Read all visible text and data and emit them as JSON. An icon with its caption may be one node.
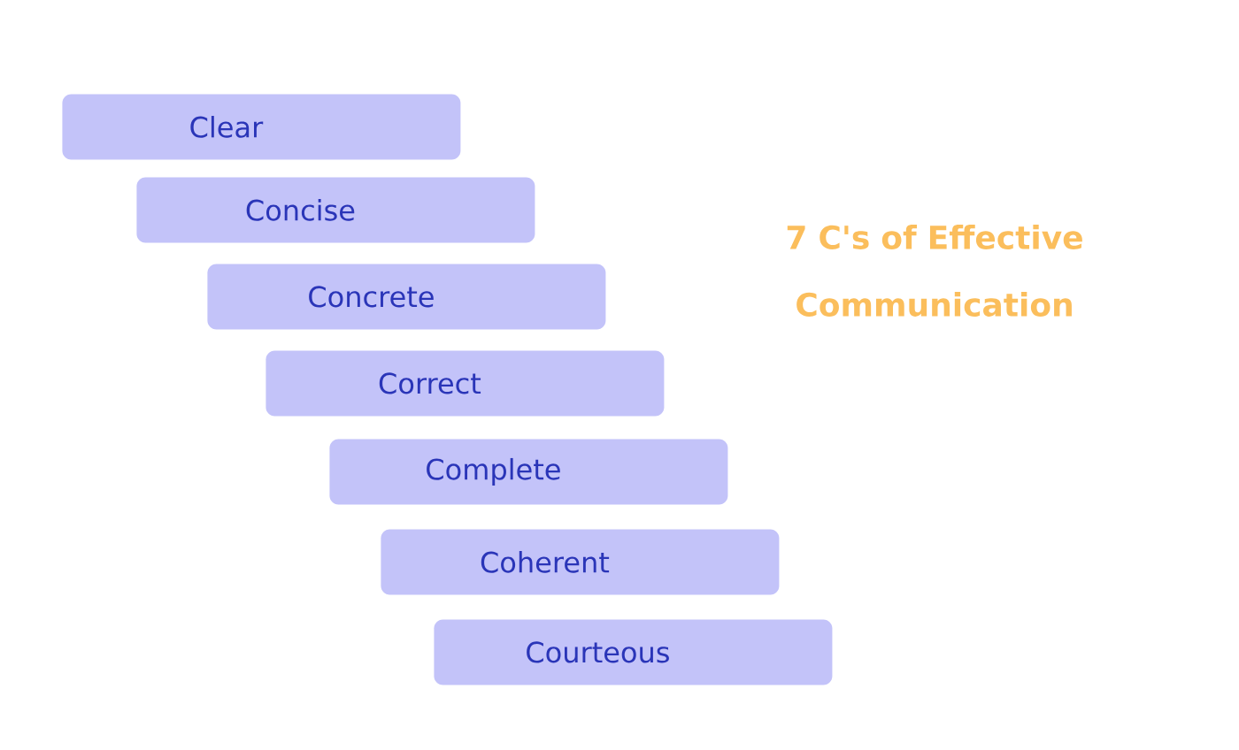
{
  "diagram": {
    "title": "7 C's of Effective Communication",
    "nodes": [
      {
        "text": [
          "Clear"
        ]
      },
      {
        "text": [
          "Concise"
        ]
      },
      {
        "text": [
          "Concrete"
        ]
      },
      {
        "text": [
          "Correct"
        ]
      },
      {
        "text": [
          "Complete"
        ]
      },
      {
        "text": [
          "Coherent"
        ]
      },
      {
        "text": [
          "Courteous"
        ]
      }
    ]
  }
}
